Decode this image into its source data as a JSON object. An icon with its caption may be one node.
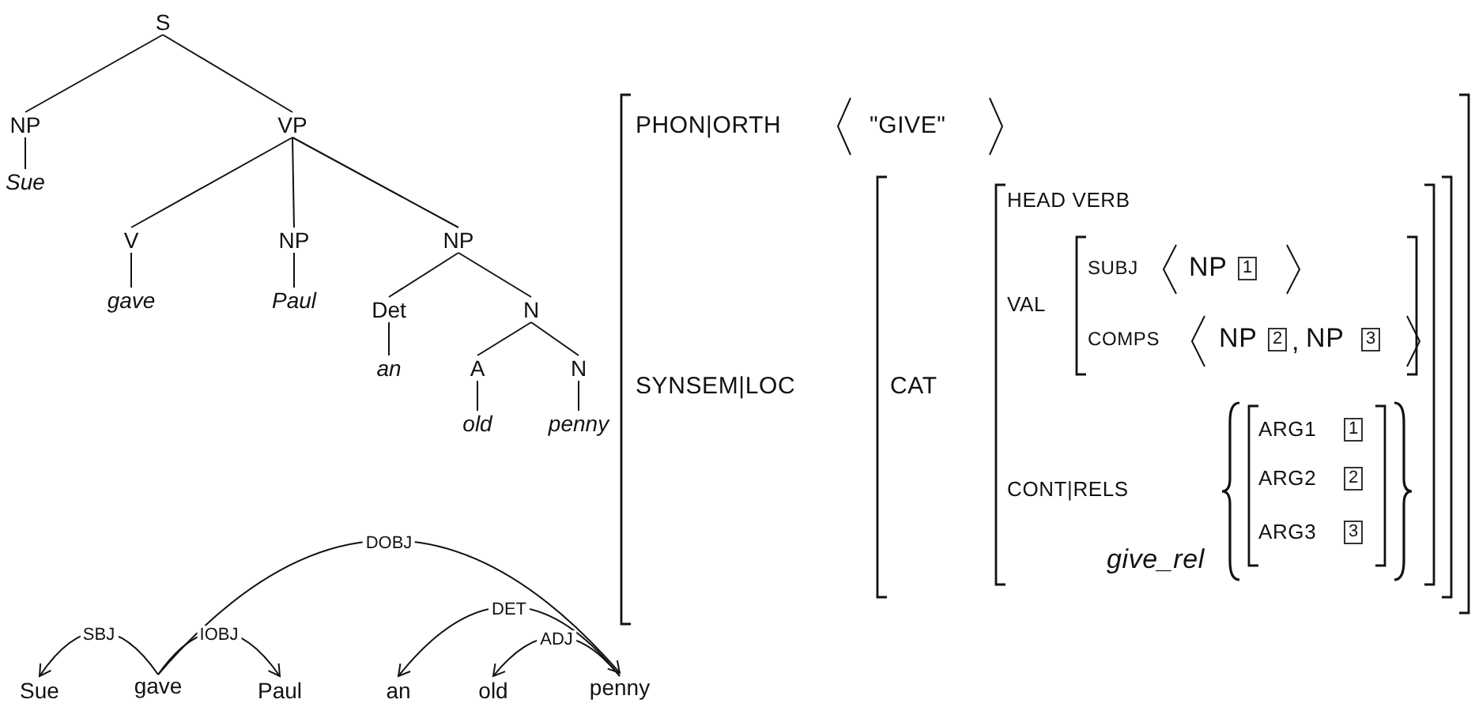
{
  "diagram": {
    "nodes": [
      {
        "text": [
          "S"
        ]
      },
      {
        "text": [
          "NP"
        ]
      },
      {
        "text": [
          "Sue"
        ]
      },
      {
        "text": [
          "VP"
        ]
      },
      {
        "text": [
          "V"
        ]
      },
      {
        "text": [
          "gave"
        ]
      },
      {
        "text": [
          "NP"
        ]
      },
      {
        "text": [
          "Paul"
        ]
      },
      {
        "text": [
          "NP"
        ]
      },
      {
        "text": [
          "Det"
        ]
      },
      {
        "text": [
          "an"
        ]
      },
      {
        "text": [
          "N"
        ]
      },
      {
        "text": [
          "A"
        ]
      },
      {
        "text": [
          "old"
        ]
      },
      {
        "text": [
          "N"
        ]
      },
      {
        "text": [
          "penny"
        ]
      },
      {
        "text": [
          "Sue"
        ]
      },
      {
        "text": [
          "gave"
        ]
      },
      {
        "text": [
          "Paul"
        ]
      },
      {
        "text": [
          "an"
        ]
      },
      {
        "text": [
          "old"
        ]
      },
      {
        "text": [
          "penny"
        ]
      }
    ],
    "edges": [
      {
        "from": 0,
        "to": 1,
        "arrow": "none"
      },
      {
        "from": 0,
        "to": 3,
        "arrow": "none"
      },
      {
        "from": 1,
        "to": 2,
        "arrow": "none"
      },
      {
        "from": 3,
        "to": 4,
        "arrow": "none"
      },
      {
        "from": 3,
        "to": 6,
        "arrow": "none"
      },
      {
        "from": 3,
        "to": 8,
        "arrow": "none"
      },
      {
        "from": 4,
        "to": 5,
        "arrow": "none"
      },
      {
        "from": 6,
        "to": 7,
        "arrow": "none"
      },
      {
        "from": 8,
        "to": 9,
        "arrow": "none"
      },
      {
        "from": 8,
        "to": 11,
        "arrow": "none"
      },
      {
        "from": 9,
        "to": 10,
        "arrow": "none"
      },
      {
        "from": 11,
        "to": 12,
        "arrow": "none"
      },
      {
        "from": 11,
        "to": 14,
        "arrow": "none"
      },
      {
        "from": 12,
        "to": 13,
        "arrow": "none"
      },
      {
        "from": 14,
        "to": 15,
        "arrow": "none"
      },
      {
        "from": 17,
        "to": 16,
        "arrow": "to",
        "label": "SBJ"
      },
      {
        "from": 17,
        "to": 18,
        "arrow": "to",
        "label": "IOBJ"
      },
      {
        "from": 17,
        "to": 21,
        "arrow": "to",
        "label": "DOBJ"
      },
      {
        "from": 21,
        "to": 19,
        "arrow": "to",
        "label": "DET"
      },
      {
        "from": 21,
        "to": 20,
        "arrow": "to",
        "label": "ADJ"
      }
    ],
    "labels": [
      "PHON|ORTH",
      "\"GIVE\"",
      "HEAD VERB",
      "SUBJ",
      "NP",
      "1",
      "VAL",
      "COMPS",
      "NP",
      "2",
      ",",
      "NP",
      "3",
      "SYNSEM|LOC",
      "CAT",
      "ARG1",
      "1",
      "ARG2",
      "2",
      "CONT|RELS",
      "ARG3",
      "3",
      "give_rel"
    ]
  }
}
